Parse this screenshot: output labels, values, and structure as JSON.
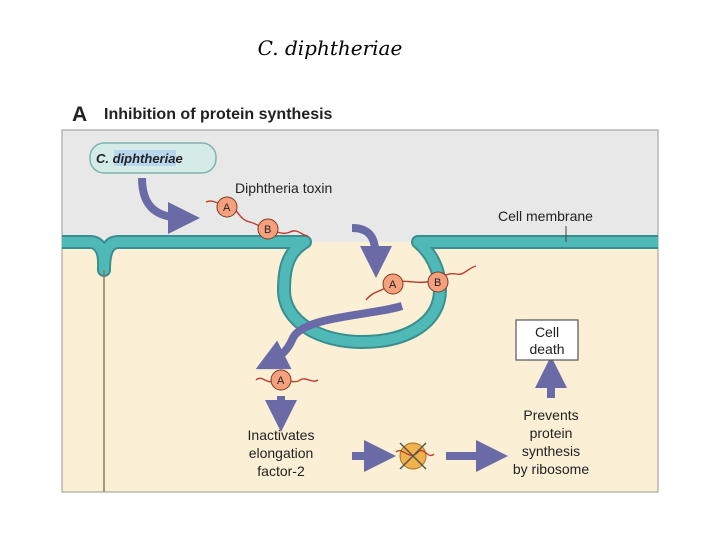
{
  "slide": {
    "title": "C. diphtheriae"
  },
  "panel": {
    "letter": "A",
    "title": "Inhibition of protein synthesis"
  },
  "labels": {
    "bacterium": "C. diphtheriae",
    "toxin": "Diphtheria toxin",
    "membrane": "Cell membrane",
    "cell_death_line1": "Cell",
    "cell_death_line2": "death",
    "inactivates_line1": "Inactivates",
    "inactivates_line2": "elongation",
    "inactivates_line3": "factor-2",
    "prevents_line1": "Prevents",
    "prevents_line2": "protein",
    "prevents_line3": "synthesis",
    "prevents_line4": "by ribosome"
  },
  "subunits": {
    "a": "A",
    "b": "B"
  },
  "colors": {
    "membrane": "#4fb9b8",
    "membrane_outline": "#3a8f8e",
    "cytoplasm": "#fbefd6",
    "extracellular": "#e8e8e8",
    "arrow": "#6a6ba6",
    "subunit_fill": "#f6a07d",
    "toxin_chain": "#c0392b"
  }
}
